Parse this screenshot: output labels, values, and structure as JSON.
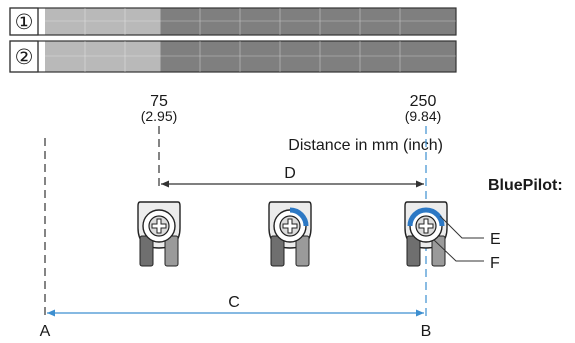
{
  "scale_bars": [
    {
      "number": "①",
      "light_fraction": 0.281
    },
    {
      "number": "②",
      "light_fraction": 0.281
    }
  ],
  "markers": [
    {
      "value": "75",
      "inch": "(2.95)"
    },
    {
      "value": "250",
      "inch": "(9.84)"
    }
  ],
  "distance_label": "Distance in mm (inch)",
  "brand_label": "BluePilot:",
  "dimensions": {
    "d": "D",
    "c": "C",
    "a": "A",
    "b": "B"
  },
  "callouts": {
    "e": "E",
    "f": "F"
  },
  "colors": {
    "bar_light": "#b9b9b9",
    "bar_dark": "#7f7f7f",
    "accent_blue": "#3d8fd0",
    "ring_blue": "#2c78c4",
    "body_gray": "#c8c8c8"
  }
}
